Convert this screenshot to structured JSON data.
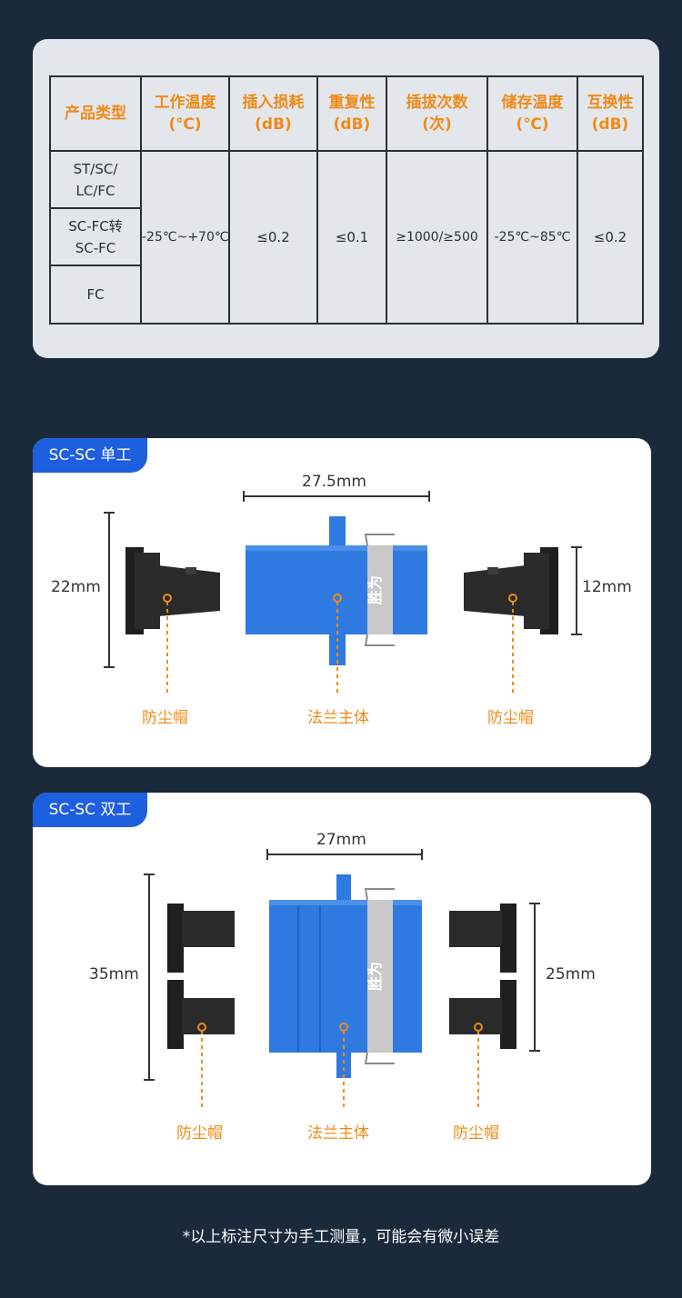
{
  "spec_table": {
    "headers": [
      {
        "line1": "产品类型",
        "line2": ""
      },
      {
        "line1": "工作温度",
        "line2": "(℃)"
      },
      {
        "line1": "插入损耗",
        "line2": "(dB)"
      },
      {
        "line1": "重复性",
        "line2": "(dB)"
      },
      {
        "line1": "插拔次数",
        "line2": "(次)"
      },
      {
        "line1": "储存温度",
        "line2": "(℃)"
      },
      {
        "line1": "互换性",
        "line2": "(dB)"
      }
    ],
    "types": [
      {
        "line1": "ST/SC/",
        "line2": "LC/FC"
      },
      {
        "line1": "SC-FC转",
        "line2": "SC-FC"
      },
      {
        "line1": "FC",
        "line2": ""
      }
    ],
    "working_temp": "-25℃~+70℃",
    "insertion_loss": "≤0.2",
    "repeatability": "≤0.1",
    "plug_cycles": "≥1000/≥500",
    "storage_temp": "-25℃~85℃",
    "interchangeability": "≤0.2"
  },
  "simplex": {
    "tag": "SC-SC 单工",
    "width": "27.5mm",
    "height_left": "22mm",
    "height_right": "12mm",
    "brand": "胜为",
    "label_left": "防尘帽",
    "label_center": "法兰主体",
    "label_right": "防尘帽"
  },
  "duplex": {
    "tag": "SC-SC 双工",
    "width": "27mm",
    "height_left": "35mm",
    "height_right": "25mm",
    "brand": "胜为",
    "label_left": "防尘帽",
    "label_center": "法兰主体",
    "label_right": "防尘帽"
  },
  "footnote": "*以上标注尺寸为手工测量，可能会有微小误差",
  "colors": {
    "background": "#1b2a3b",
    "accent": "#f08a17",
    "tag_blue": "#1e5fe0",
    "adapter_blue": "#2f7ae0"
  }
}
